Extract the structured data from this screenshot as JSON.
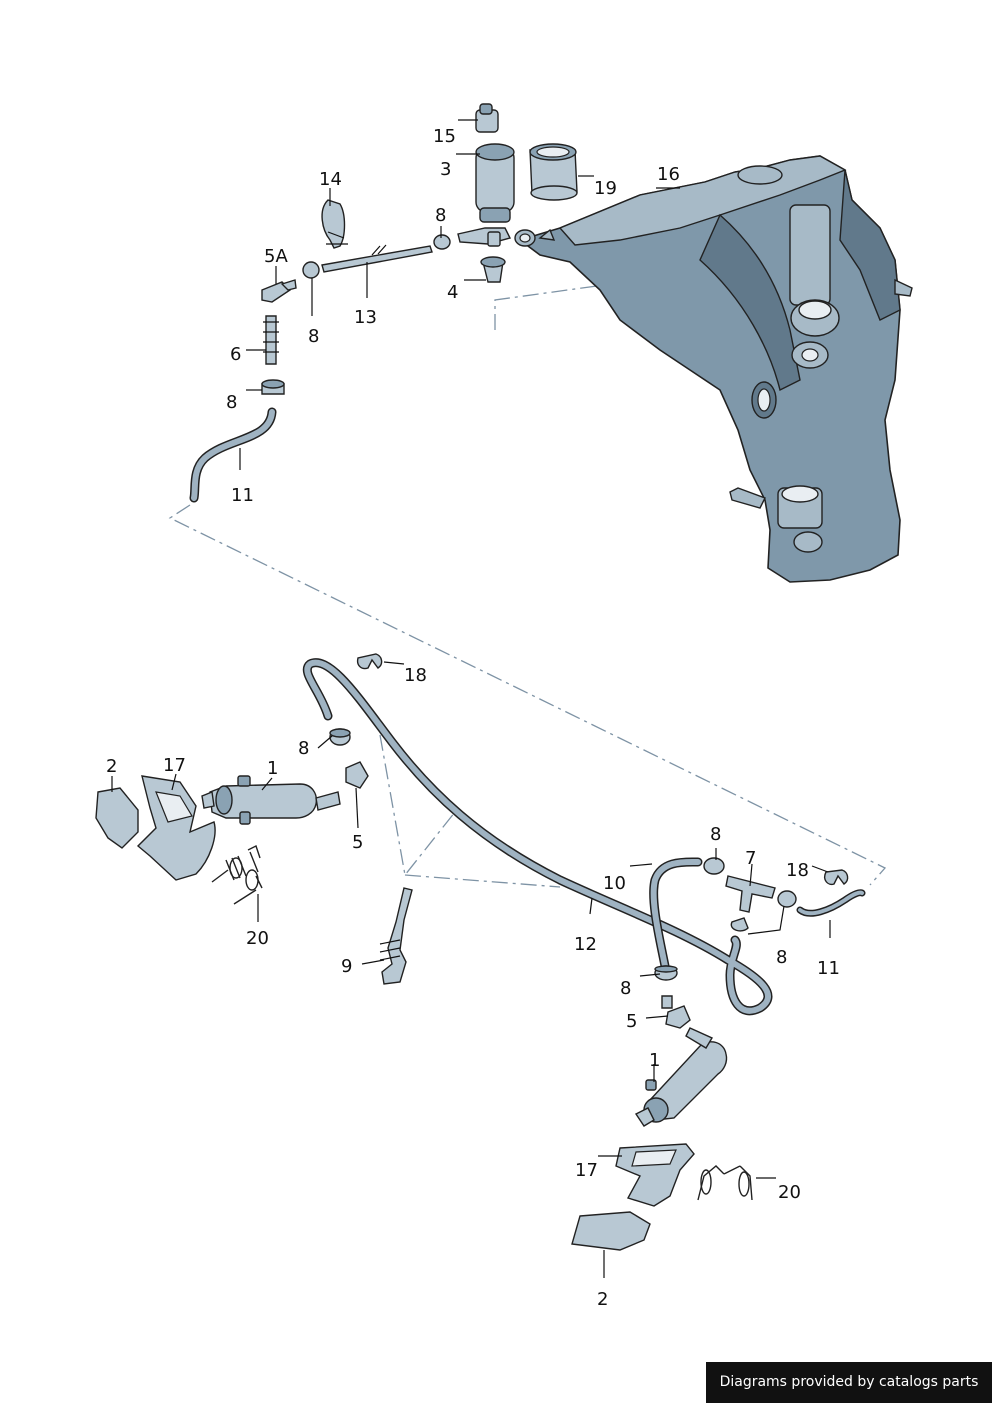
{
  "diagram": {
    "labels": {
      "p15": "15",
      "p3": "3",
      "p19": "19",
      "p16": "16",
      "p14": "14",
      "p8a": "8",
      "p5A": "5A",
      "p4": "4",
      "p13": "13",
      "p8b": "8",
      "p6": "6",
      "p8c": "8",
      "p11a": "11",
      "p18a": "18",
      "p8d": "8",
      "p2a": "2",
      "p17a": "17",
      "p1a": "1",
      "p5a": "5",
      "p20a": "20",
      "p9": "9",
      "p8e": "8",
      "p7": "7",
      "p18b": "18",
      "p10": "10",
      "p12": "12",
      "p8f": "8",
      "p11b": "11",
      "p8g": "8",
      "p5b": "5",
      "p1b": "1",
      "p17b": "17",
      "p20b": "20",
      "p2b": "2"
    }
  },
  "footer": {
    "credit": "Diagrams provided by catalogs parts"
  }
}
